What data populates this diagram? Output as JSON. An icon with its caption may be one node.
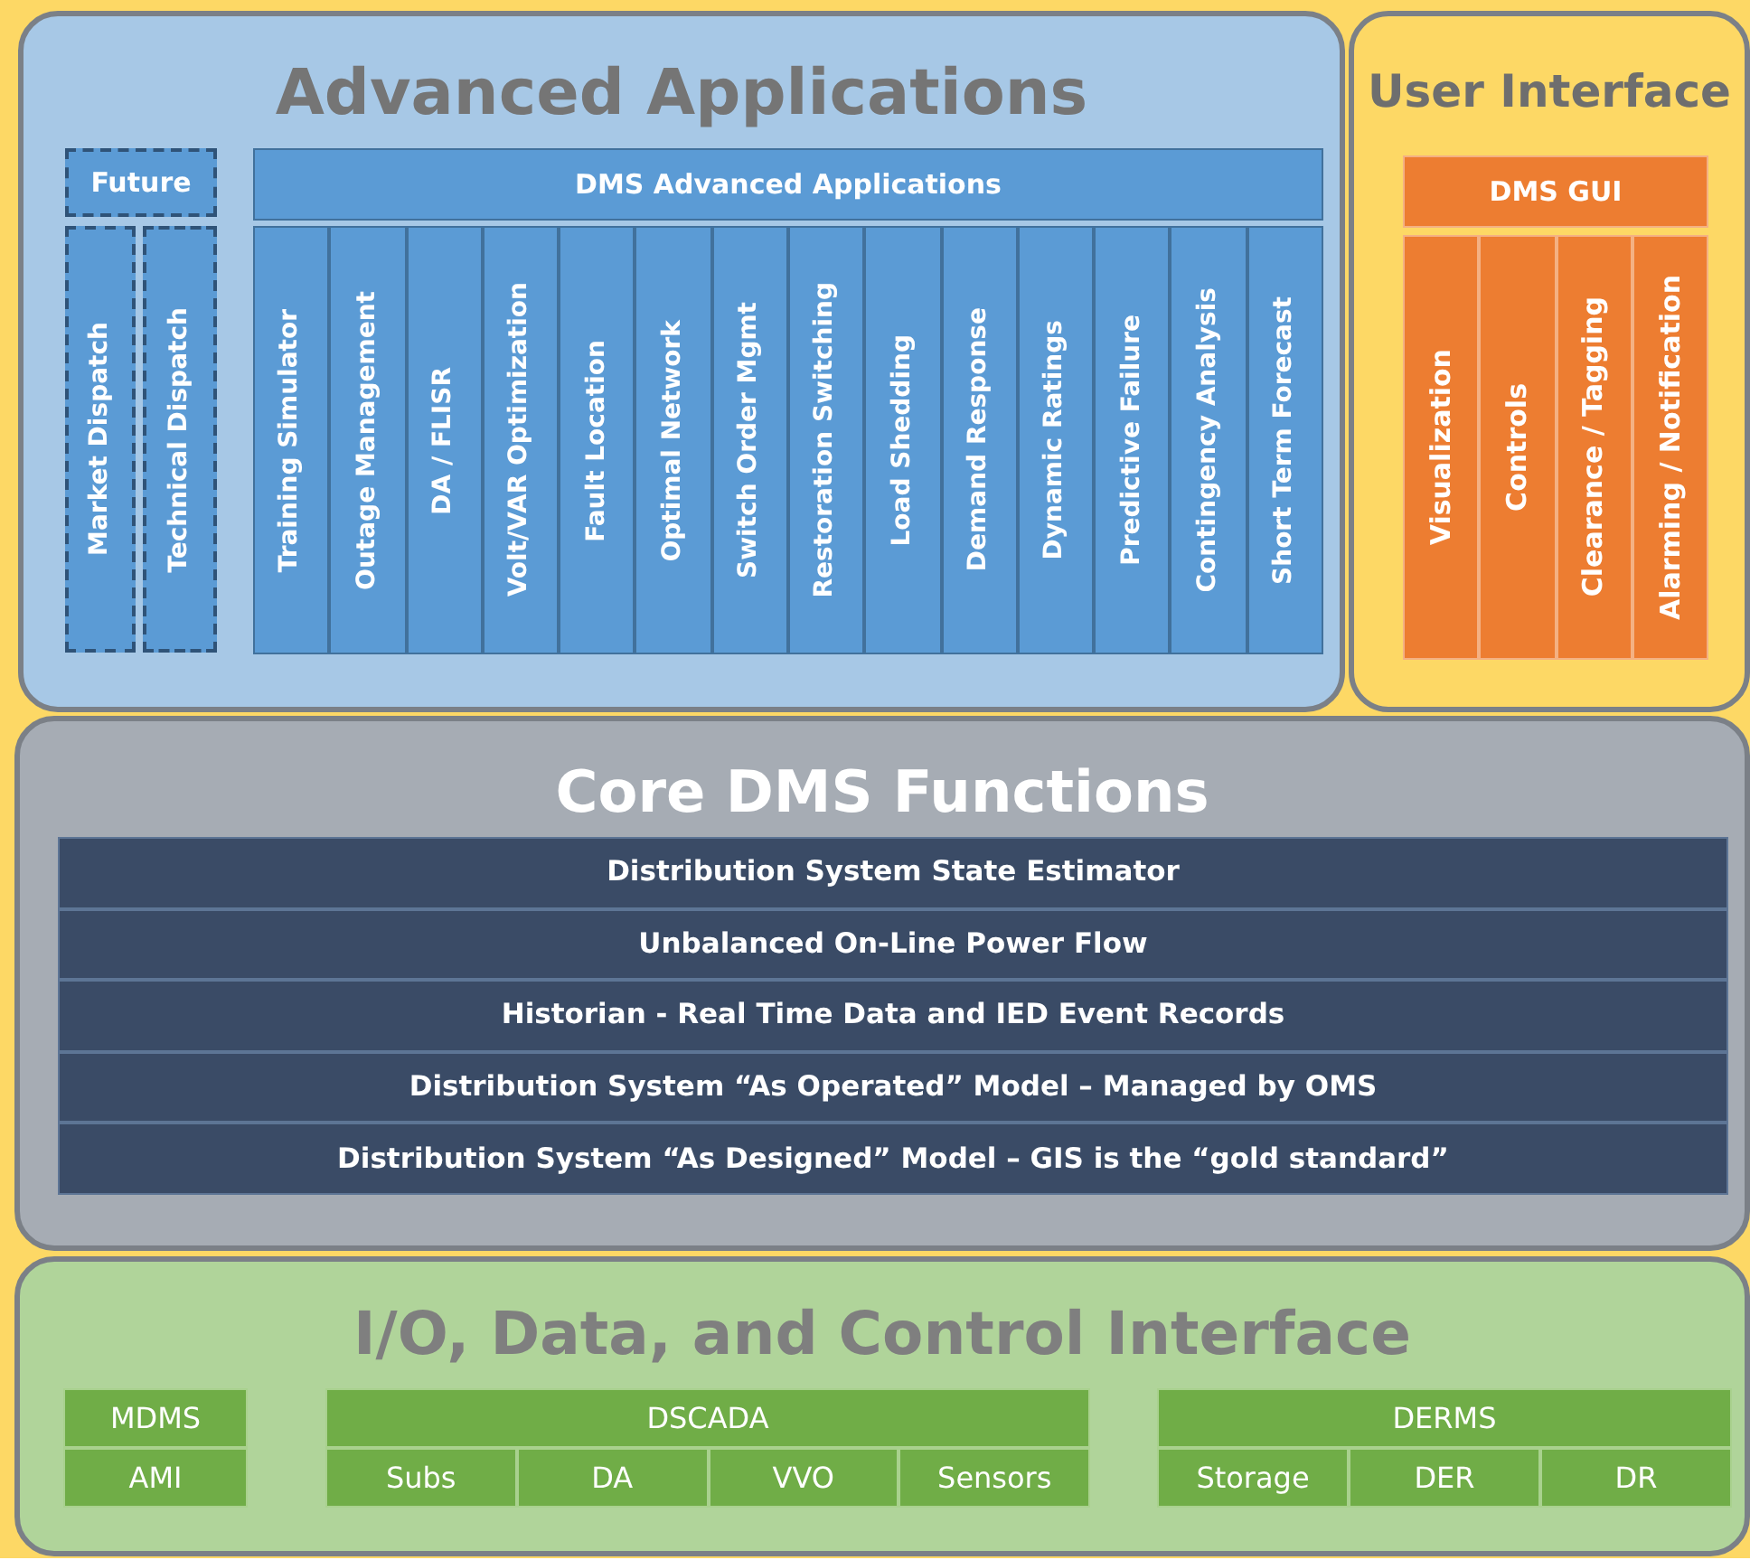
{
  "diagram": {
    "nodes": [
      {
        "text": [
          "Advanced Applications"
        ]
      },
      {
        "text": [
          "Future"
        ],
        "in": 0
      },
      {
        "text": [
          "Market Dispatch"
        ],
        "in": 0
      },
      {
        "text": [
          "Technical Dispatch"
        ],
        "in": 0
      },
      {
        "text": [
          "DMS Advanced Applications"
        ],
        "in": 0
      },
      {
        "text": [
          "Training Simulator"
        ],
        "in": 0
      },
      {
        "text": [
          "Outage Management"
        ],
        "in": 0
      },
      {
        "text": [
          "DA / FLISR"
        ],
        "in": 0
      },
      {
        "text": [
          "Volt/VAR Optimization"
        ],
        "in": 0
      },
      {
        "text": [
          "Fault Location"
        ],
        "in": 0
      },
      {
        "text": [
          "Optimal Network"
        ],
        "in": 0
      },
      {
        "text": [
          "Switch Order Mgmt"
        ],
        "in": 0
      },
      {
        "text": [
          "Restoration Switching"
        ],
        "in": 0
      },
      {
        "text": [
          "Load Shedding"
        ],
        "in": 0
      },
      {
        "text": [
          "Demand Response"
        ],
        "in": 0
      },
      {
        "text": [
          "Dynamic Ratings"
        ],
        "in": 0
      },
      {
        "text": [
          "Predictive Failure"
        ],
        "in": 0
      },
      {
        "text": [
          "Contingency Analysis"
        ],
        "in": 0
      },
      {
        "text": [
          "Short Term Forecast"
        ],
        "in": 0
      },
      {
        "text": [
          "User Interface"
        ]
      },
      {
        "text": [
          "DMS GUI"
        ],
        "in": 19
      },
      {
        "text": [
          "Visualization"
        ],
        "in": 19
      },
      {
        "text": [
          "Controls"
        ],
        "in": 19
      },
      {
        "text": [
          "Clearance / Tagging"
        ],
        "in": 19
      },
      {
        "text": [
          "Alarming / Notification"
        ],
        "in": 19
      },
      {
        "text": [
          "Core DMS Functions"
        ]
      },
      {
        "text": [
          "Distribution System State Estimator"
        ],
        "in": 25
      },
      {
        "text": [
          "Unbalanced On-Line Power Flow"
        ],
        "in": 25
      },
      {
        "text": [
          "Historian - Real Time Data and IED Event Records"
        ],
        "in": 25
      },
      {
        "text": [
          "Distribution System “As Operated” Model – Managed by OMS"
        ],
        "in": 25
      },
      {
        "text": [
          "Distribution System “As Designed” Model – GIS is the “gold standard”"
        ],
        "in": 25
      },
      {
        "text": [
          "I/O, Data, and Control Interface"
        ]
      },
      {
        "text": [
          "MDMS"
        ],
        "in": 31
      },
      {
        "text": [
          "AMI"
        ],
        "in": 31
      },
      {
        "text": [
          "DSCADA"
        ],
        "in": 31
      },
      {
        "text": [
          "Subs"
        ],
        "in": 31
      },
      {
        "text": [
          "DA"
        ],
        "in": 31
      },
      {
        "text": [
          "VVO"
        ],
        "in": 31
      },
      {
        "text": [
          "Sensors"
        ],
        "in": 31
      },
      {
        "text": [
          "DERMS"
        ],
        "in": 31
      },
      {
        "text": [
          "Storage"
        ],
        "in": 31
      },
      {
        "text": [
          "DER"
        ],
        "in": 31
      },
      {
        "text": [
          "DR"
        ],
        "in": 31
      }
    ]
  }
}
